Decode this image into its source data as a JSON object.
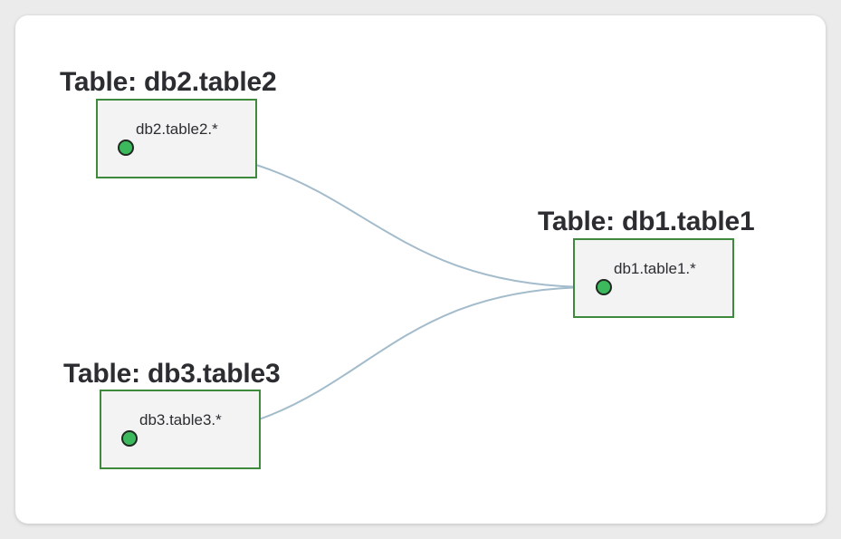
{
  "nodes": {
    "table2": {
      "title": "Table: db2.table2",
      "column": "db2.table2.*"
    },
    "table1": {
      "title": "Table: db1.table1",
      "column": "db1.table1.*"
    },
    "table3": {
      "title": "Table: db3.table3",
      "column": "db3.table3.*"
    }
  },
  "edges": [
    {
      "from": "db2.table2.*",
      "to": "db1.table1.*"
    },
    {
      "from": "db3.table3.*",
      "to": "db1.table1.*"
    }
  ],
  "colors": {
    "node_border": "#3d8a3d",
    "node_fill": "#f3f3f3",
    "port_fill": "#3cb95d",
    "edge": "#a3bccc"
  }
}
